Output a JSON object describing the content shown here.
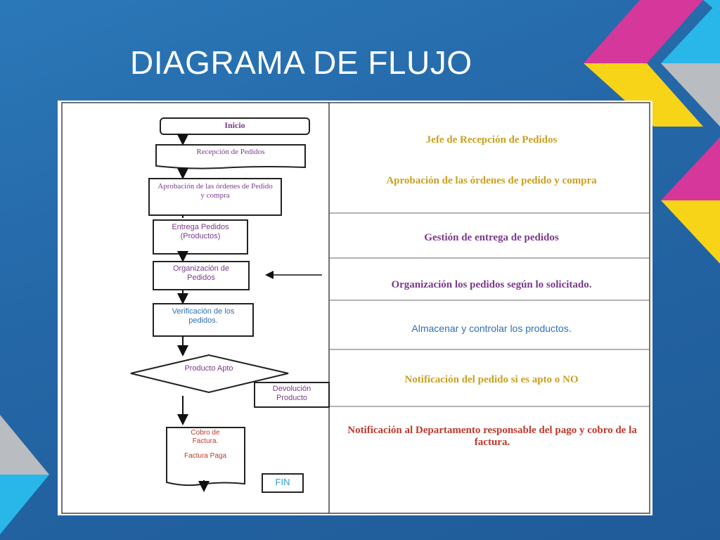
{
  "slide": {
    "title": "DIAGRAMA DE FLUJO"
  },
  "flowchart": {
    "start": "Inicio",
    "reception": "Recepción de Pedidos",
    "approval": "Aprobación de las órdenes de Pedido y compra",
    "delivery": "Entrega Pedidos (Productos)",
    "organization": "Organización de Pedidos",
    "verification": "Verificación de los pedidos.",
    "decision": "Producto Apto",
    "return": "Devolución Producto",
    "billing_line1": "Cobro de Factura.",
    "billing_line2": "Factura Paga",
    "end": "FIN"
  },
  "descriptions": [
    "Jefe de Recepción de Pedidos",
    "Aprobación de  las órdenes de pedido y compra",
    "Gestión de entrega de pedidos",
    "Organización los pedidos según lo solicitado.",
    "Almacenar y controlar los productos.",
    "Notificación del pedido  si es apto o NO",
    "Notificación al Departamento responsable del pago y cobro de la factura."
  ],
  "colors": {
    "label_purple": "#7a3a8a",
    "description_gold": "#c9a021",
    "description_purple": "#7a3a8a",
    "description_blue": "#2e6fb5",
    "description_red": "#c0392b",
    "deco_magenta": "#d6379a",
    "deco_yellow": "#f7d417",
    "deco_cyan": "#29b6e8",
    "deco_gray": "#b9bcc0"
  }
}
